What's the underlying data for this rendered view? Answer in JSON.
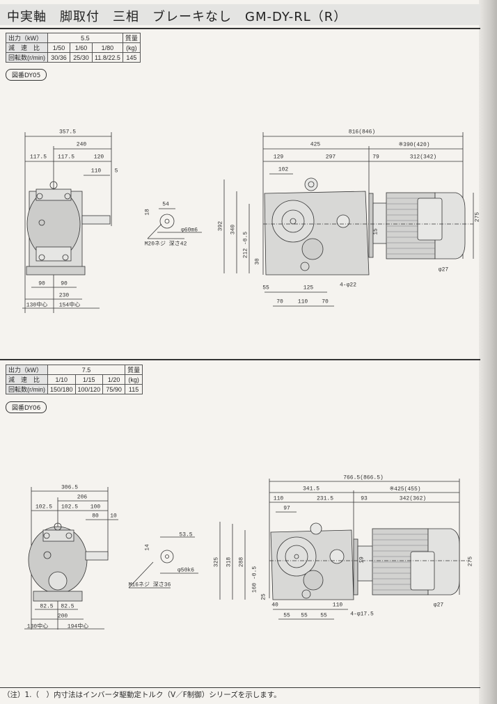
{
  "title": "中実軸　脚取付　三相　ブレーキなし　GM-DY-RL（R）",
  "tables": [
    {
      "rows": [
        [
          "出力（kW）",
          "5.5",
          "質量"
        ],
        [
          "減　速　比",
          "1/50",
          "1/60",
          "1/80",
          "(kg)"
        ],
        [
          "回転数(r/min)",
          "30/36",
          "25/30",
          "11.8/22.5",
          "145"
        ]
      ],
      "badge": "図番DY05"
    },
    {
      "rows": [
        [
          "出力（kW）",
          "7.5",
          "質量"
        ],
        [
          "減　速　比",
          "1/10",
          "1/15",
          "1/20",
          "(kg)"
        ],
        [
          "回転数(r/min)",
          "150/180",
          "100/120",
          "75/90",
          "115"
        ]
      ],
      "badge": "図番DY06"
    }
  ],
  "drawing1": {
    "front": [
      "357.5",
      "240",
      "117.5",
      "117.5",
      "120",
      "110",
      "5",
      "90",
      "90",
      "230",
      "130中心",
      "154中心"
    ],
    "shaft": [
      "54",
      "18",
      "φ60m6",
      "M20ネジ 深さ42"
    ],
    "side": [
      "816(846)",
      "425",
      "※390(420)",
      "129",
      "297",
      "79",
      "312(342)",
      "102",
      "392",
      "340",
      "212 -0.5",
      "30",
      "15",
      "275",
      "φ27",
      "4-φ22",
      "55",
      "125",
      "70",
      "110",
      "70"
    ]
  },
  "drawing2": {
    "front": [
      "306.5",
      "206",
      "102.5",
      "102.5",
      "100",
      "80",
      "10",
      "82.5",
      "82.5",
      "200",
      "130中心",
      "194中心"
    ],
    "shaft": [
      "53.5",
      "14",
      "φ50k6",
      "M16ネジ 深さ36"
    ],
    "side": [
      "766.5(866.5)",
      "341.5",
      "※425(455)",
      "110",
      "231.5",
      "93",
      "342(362)",
      "97",
      "325",
      "318",
      "288",
      "160 -0.5",
      "25",
      "19",
      "275",
      "φ27",
      "40",
      "110",
      "4-φ17.5",
      "55",
      "55",
      "55"
    ]
  },
  "footnote": "（注）1.（　）内寸法はインバータ駆動定トルク（V／F制御）シリーズを示します。"
}
